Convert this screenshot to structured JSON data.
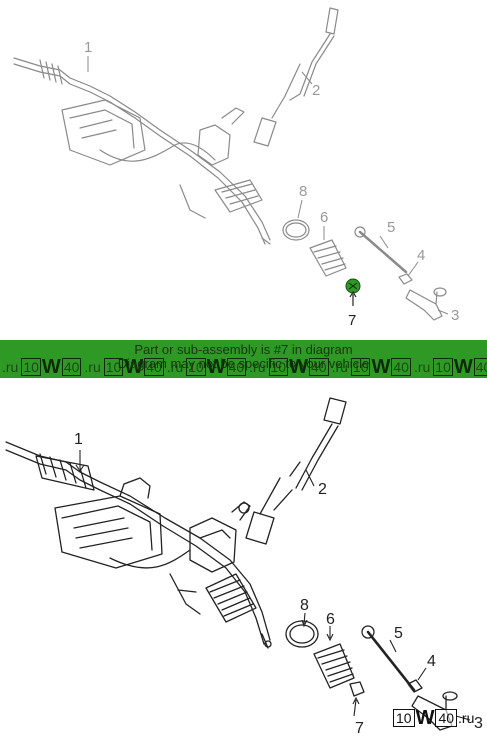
{
  "banner": {
    "line1": "Part or sub-assembly is #7 in diagram",
    "line2": "Diagram may not be specific to your vehicle"
  },
  "watermark": {
    "ru": ".ru",
    "num": "10",
    "w": "W",
    "num2": "40"
  },
  "top_diagram": {
    "callouts": [
      "1",
      "2",
      "3",
      "4",
      "5",
      "6",
      "7",
      "8"
    ],
    "highlight_color": "#2e9a25"
  },
  "bottom_diagram": {
    "callouts": [
      "1",
      "2",
      "3",
      "4",
      "5",
      "6",
      "7",
      "8"
    ]
  },
  "colors": {
    "banner_bg": "#2e9a25",
    "line": "#222222",
    "line_dim": "#8a8a8a"
  }
}
